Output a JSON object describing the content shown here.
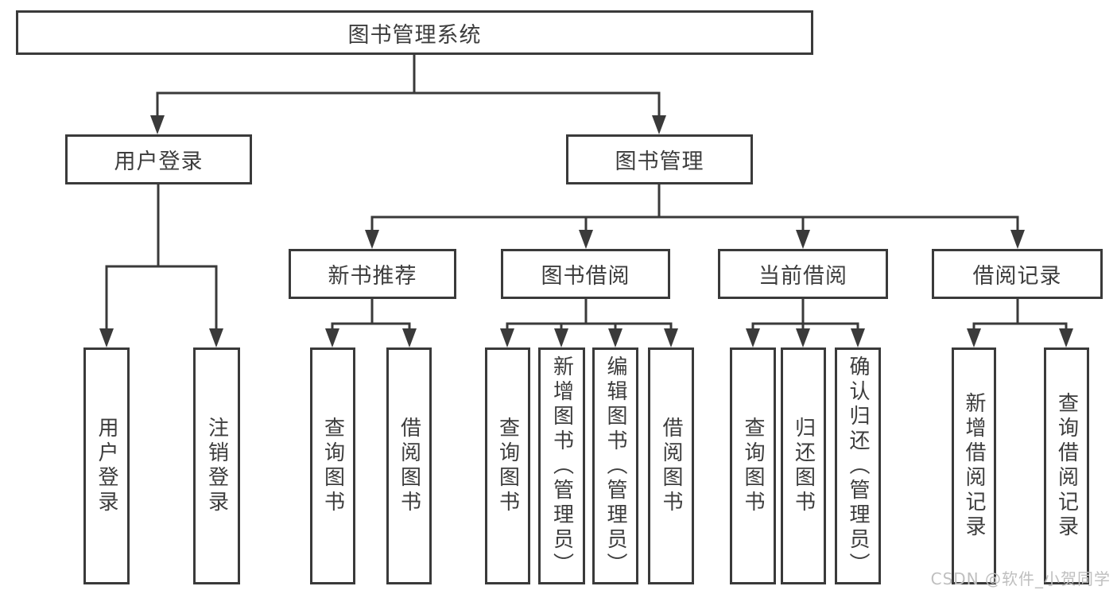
{
  "colors": {
    "line": "#3a3a3a",
    "text": "#3d3d3d",
    "watermark": "#bfbfbf",
    "background": "#ffffff"
  },
  "tree": {
    "root": {
      "label": "图书管理系统"
    },
    "user_login": {
      "label": "用户登录",
      "children": [
        {
          "label": "用户登录"
        },
        {
          "label": "注销登录"
        }
      ]
    },
    "book_management": {
      "label": "图书管理",
      "sections": [
        {
          "label": "新书推荐",
          "children": [
            {
              "label": "查询图书"
            },
            {
              "label": "借阅图书"
            }
          ]
        },
        {
          "label": "图书借阅",
          "children": [
            {
              "label": "查询图书"
            },
            {
              "label": "新增图书（管理员）"
            },
            {
              "label": "编辑图书（管理员）"
            },
            {
              "label": "借阅图书"
            }
          ]
        },
        {
          "label": "当前借阅",
          "children": [
            {
              "label": "查询图书"
            },
            {
              "label": "归还图书"
            },
            {
              "label": "确认归还（管理员）"
            }
          ]
        },
        {
          "label": "借阅记录",
          "children": [
            {
              "label": "新增借阅记录"
            },
            {
              "label": "查询借阅记录"
            }
          ]
        }
      ]
    }
  },
  "watermark": {
    "text": "CSDN @软件_小贺同学"
  }
}
